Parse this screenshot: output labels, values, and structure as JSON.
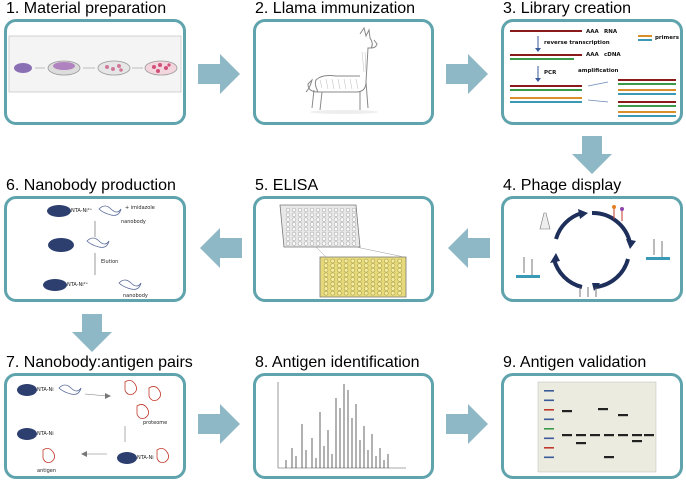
{
  "steps": [
    {
      "title": "1. Material preparation"
    },
    {
      "title": "2. Llama immunization"
    },
    {
      "title": "3. Library creation"
    },
    {
      "title": "4. Phage display"
    },
    {
      "title": "5. ELISA"
    },
    {
      "title": "6. Nanobody production"
    },
    {
      "title": "7. Nanobody:antigen pairs"
    },
    {
      "title": "8. Antigen identification"
    },
    {
      "title": "9. Antigen validation"
    }
  ],
  "library": {
    "aaa1": "AAA",
    "rna": "RNA",
    "rt": "reverse transcription",
    "aaa2": "AAA",
    "cdna": "cDNA",
    "pcr": "PCR",
    "amplification": "amplification",
    "primers": "primers"
  },
  "production": {
    "nta": "NTA-Ni²⁺",
    "nanobody": "nanobody",
    "elute": "Elution",
    "note": "+ imidazole"
  },
  "pairs": {
    "nta": "NTA-Ni",
    "antigen": "antigen",
    "proteome": "proteome"
  },
  "colors": {
    "panel_border": "#5fa3ad",
    "arrow": "#8fb8c6"
  }
}
